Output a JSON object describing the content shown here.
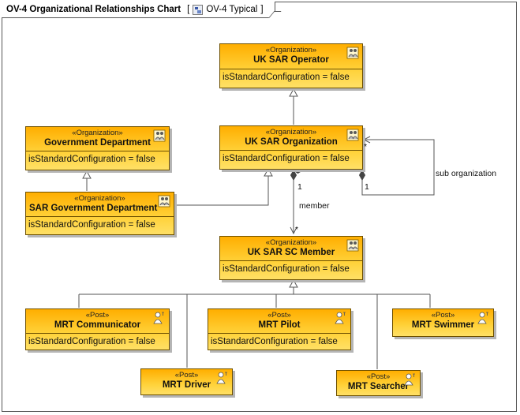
{
  "diagram": {
    "title": "OV-4 Organizational Relationships Chart",
    "diagram_type_label": "OV-4 Typical",
    "open_bracket": "[",
    "close_bracket": "]"
  },
  "colors": {
    "box_fill_top": "#ffae00",
    "box_fill_bottom": "#ffe066",
    "box_border": "#6e5000",
    "line": "#555555"
  },
  "nodes": {
    "uk_sar_operator": {
      "stereotype": "«Organization»",
      "name": "UK SAR Operator",
      "attr": "isStandardConfiguration = false",
      "icon": "organization-icon"
    },
    "government_department": {
      "stereotype": "«Organization»",
      "name": "Government Department",
      "attr": "isStandardConfiguration = false",
      "icon": "organization-icon"
    },
    "uk_sar_organization": {
      "stereotype": "«Organization»",
      "name": "UK SAR Organization",
      "attr": "isStandardConfiguration = false",
      "icon": "organization-icon"
    },
    "sar_government_department": {
      "stereotype": "«Organization»",
      "name": "SAR Government Department",
      "attr": "isStandardConfiguration = false",
      "icon": "organization-icon"
    },
    "uk_sar_sc_member": {
      "stereotype": "«Organization»",
      "name": "UK SAR SC Member",
      "attr": "isStandardConfiguration = false",
      "icon": "organization-icon"
    },
    "mrt_communicator": {
      "stereotype": "«Post»",
      "name": "MRT Communicator",
      "attr": "isStandardConfiguration = false",
      "icon": "post-icon"
    },
    "mrt_pilot": {
      "stereotype": "«Post»",
      "name": "MRT Pilot",
      "attr": "isStandardConfiguration = false",
      "icon": "post-icon"
    },
    "mrt_swimmer": {
      "stereotype": "«Post»",
      "name": "MRT Swimmer",
      "icon": "post-icon"
    },
    "mrt_driver": {
      "stereotype": "«Post»",
      "name": "MRT Driver",
      "icon": "post-icon"
    },
    "mrt_searcher": {
      "stereotype": "«Post»",
      "name": "MRT Searcher",
      "icon": "post-icon"
    }
  },
  "edges": {
    "member": {
      "label": "member",
      "source_multiplicity": "1",
      "target_multiplicity": "*"
    },
    "sub_organization": {
      "label": "sub organization",
      "source_multiplicity": "1",
      "target_multiplicity": "*"
    }
  }
}
